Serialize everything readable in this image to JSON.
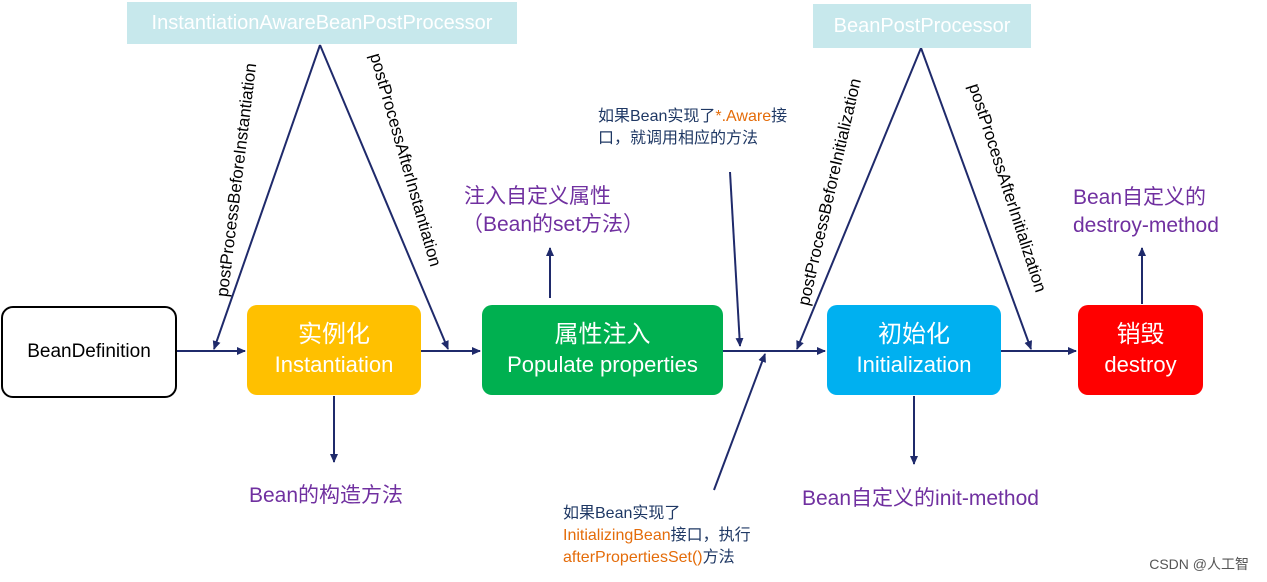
{
  "stages": {
    "bean_definition": "BeanDefinition",
    "instantiation": {
      "cn": "实例化",
      "en": "Instantiation",
      "color": "#ffc000"
    },
    "populate": {
      "cn": "属性注入",
      "en": "Populate properties",
      "color": "#00b050"
    },
    "initialization": {
      "cn": "初始化",
      "en": "Initialization",
      "color": "#00b0f0"
    },
    "destroy": {
      "cn": "销毁",
      "en": "destroy",
      "color": "#ff0000"
    }
  },
  "processors": {
    "instantiation_aware": "InstantiationAwareBeanPostProcessor",
    "bean_post": "BeanPostProcessor"
  },
  "hooks": {
    "before_instantiation": "postProcessBeforeInstantiation",
    "after_instantiation": "postProcessAfterInstantiation",
    "before_initialization": "postProcessBeforeInitialization",
    "after_initialization": "postProcessAfterInitialization"
  },
  "outputs": {
    "constructor": "Bean的构造方法",
    "inject_line1": "注入自定义属性",
    "inject_line2": "（Bean的set方法）",
    "init_method": "Bean自定义的init-method",
    "destroy_line1": "Bean自定义的",
    "destroy_line2": "destroy-method"
  },
  "notes": {
    "aware": {
      "pre": "如果Bean实现了",
      "hl": "*.Aware",
      "post": "接",
      "line2": "口，就调用相应的方法"
    },
    "initializing": {
      "line1": "如果Bean实现了",
      "hl1": "InitializingBean",
      "mid": "接口，执行",
      "hl2": "afterPropertiesSet()",
      "tail": "方法"
    }
  },
  "watermark": "CSDN @人工智"
}
